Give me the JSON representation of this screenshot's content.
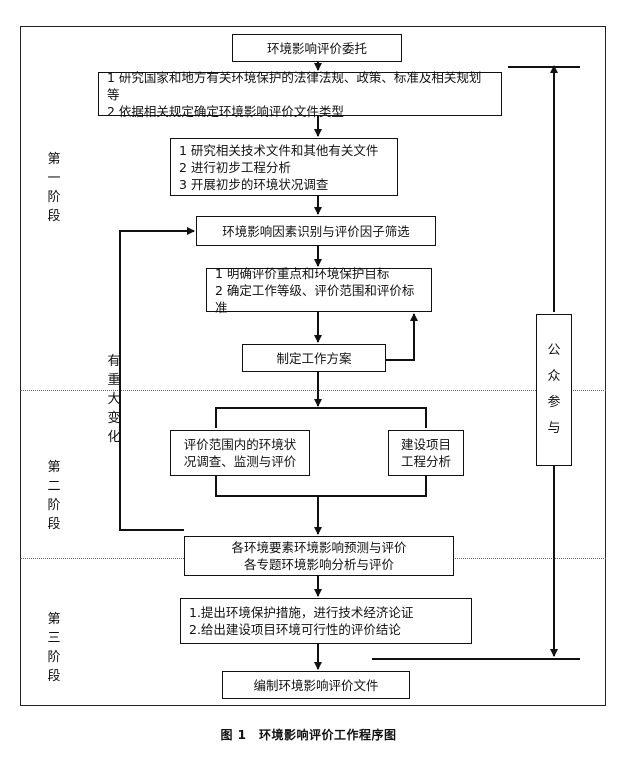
{
  "stages": {
    "s1": "第一阶段",
    "s2": "第二阶段",
    "s3": "第三阶段"
  },
  "boxes": {
    "commission": "环境影响评价委托",
    "research": [
      "1 研究国家和地方有关环境保护的法律法规、政策、标准及相关规划等",
      "2 依据相关规定确定环境影响评价文件类型"
    ],
    "study": [
      "1 研究相关技术文件和其他有关文件",
      "2 进行初步工程分析",
      "3 开展初步的环境状况调查"
    ],
    "identify": "环境影响因素识别与评价因子筛选",
    "clarify": [
      "1 明确评价重点和环境保护目标",
      "2 确定工作等级、评价范围和评价标准"
    ],
    "plan": "制定工作方案",
    "survey": [
      "评价范围内的环境状",
      "况调查、监测与评价"
    ],
    "project": [
      "建设项目",
      "工程分析"
    ],
    "predict": [
      "各环境要素环境影响预测与评价",
      "各专题环境影响分析与评价"
    ],
    "measures": [
      "1.提出环境保护措施，进行技术经济论证",
      "2.给出建设项目环境可行性的评价结论"
    ],
    "compile": "编制环境影响评价文件",
    "public": "公众参与"
  },
  "feedback_label": "有重大变化",
  "caption": "图 1　环境影响评价工作程序图"
}
